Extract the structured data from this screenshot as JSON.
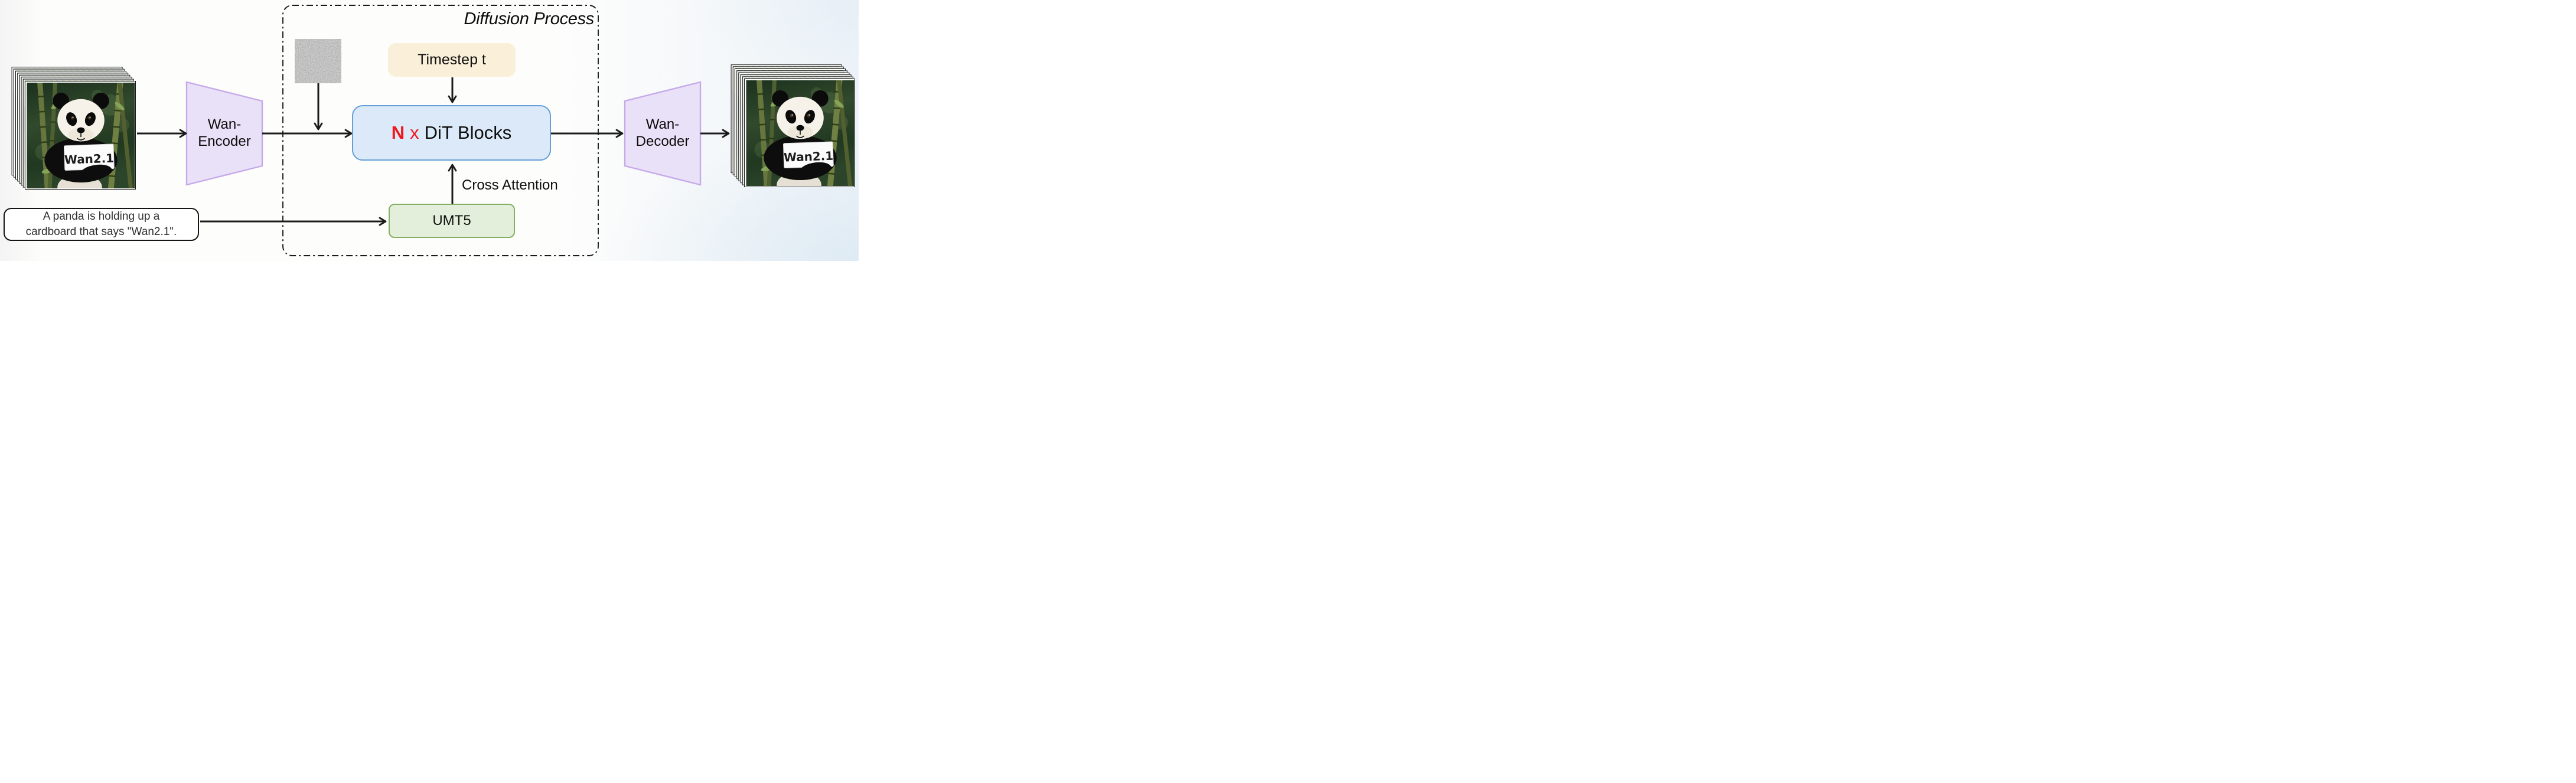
{
  "diagram": {
    "title": "Diffusion Process",
    "prompt": {
      "line1": "A panda is holding up a",
      "line2": "cardboard that says \"Wan2.1\"."
    },
    "wan_encoder": {
      "line1": "Wan-",
      "line2": "Encoder"
    },
    "wan_decoder": {
      "line1": "Wan-",
      "line2": "Decoder"
    },
    "timestep_label": "Timestep t",
    "dit_blocks": {
      "multiplier": "N",
      "times": "x",
      "label": "DiT Blocks"
    },
    "text_encoder_label": "UMT5",
    "cross_attention_label": "Cross Attention",
    "video_sign_text": "Wan2.1"
  },
  "icons": {
    "noise_thumbnail": "gaussian-noise-image",
    "input_video": "panda-video-frame-stack",
    "output_video": "panda-video-frame-stack"
  },
  "colors": {
    "red": "#f0181e",
    "line": "#1a1a1a",
    "dit-fill": "#dbe9f8",
    "dit-border": "#64a0d8",
    "timestep-fill": "#faf0da",
    "umt5-fill": "#e3efdb",
    "umt5-border": "#85b063",
    "vae-fill": "#e9e1f8",
    "vae-border": "#c7a9ea",
    "prompt-border": "#141414"
  }
}
